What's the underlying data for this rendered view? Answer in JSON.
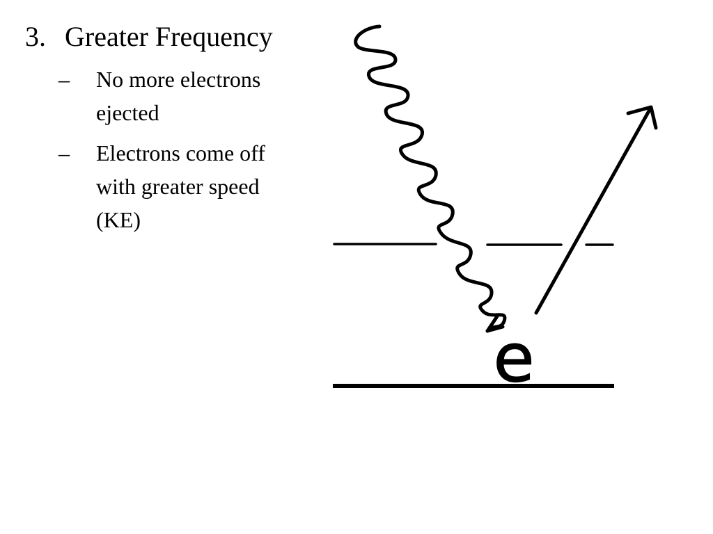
{
  "heading": {
    "marker": "3.",
    "text": "Greater Frequency"
  },
  "bullets": [
    {
      "marker": "–",
      "text": "No more electrons ejected"
    },
    {
      "marker": "–",
      "text": "Electrons come off with greater speed (KE)"
    }
  ],
  "diagram": {
    "electron_label": "e",
    "incoming_photon": "wavy-arrow-icon",
    "outgoing_electron": "straight-arrow-icon",
    "stroke_color": "#000000"
  }
}
